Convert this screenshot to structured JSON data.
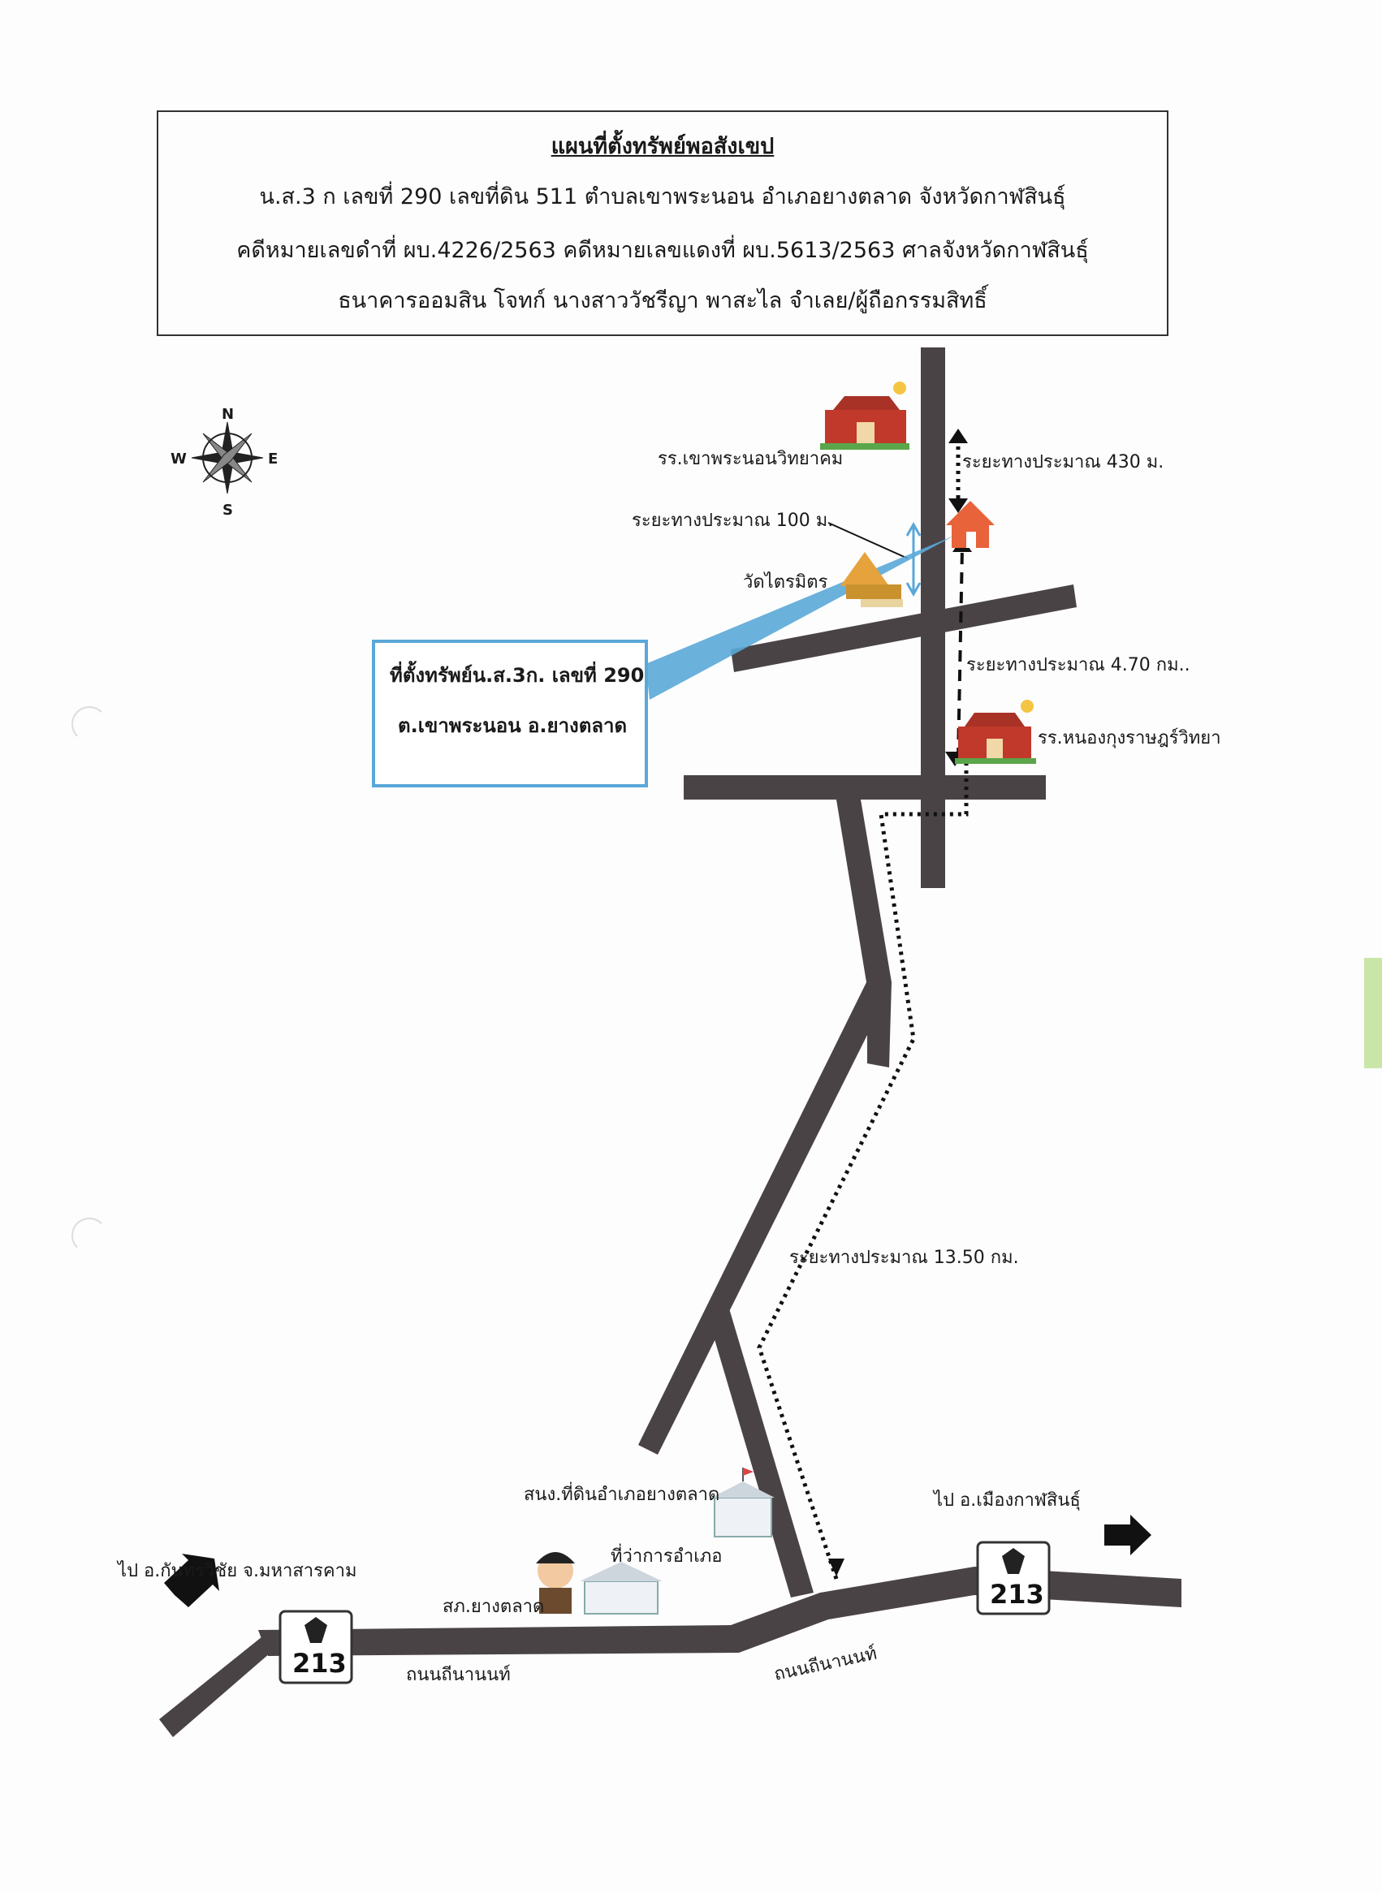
{
  "header": {
    "title": "แผนที่ตั้งทรัพย์พอสังเขป",
    "line1": "น.ส.3 ก เลขที่ 290 เลขที่ดิน 511  ตำบลเขาพระนอน  อำเภอยางตลาด  จังหวัดกาฬสินธุ์",
    "line2": "คดีหมายเลขดำที่ ผบ.4226/2563   คดีหมายเลขแดงที่ ผบ.5613/2563  ศาลจังหวัดกาฬสินธุ์",
    "line3": "ธนาคารออมสิน  โจทก์    นางสาววัชรีญา  พาสะไล  จำเลย/ผู้ถือกรรมสิทธิ์"
  },
  "compass": {
    "n": "N",
    "s": "S",
    "e": "E",
    "w": "W"
  },
  "landmarks": {
    "school_north": "รร.เขาพระนอนวิทยาคม",
    "temple": "วัดไตรมิตร",
    "school_south": "รร.หนองกุงราษฎร์วิทยา",
    "land_office": "สนง.ที่ดินอำเภอยางตลาด",
    "district_office": "ที่ว่าการอำเภอ",
    "police": "สภ.ยางตลาด"
  },
  "distances": {
    "d430": "ระยะทางประมาณ 430 ม.",
    "d100": "ระยะทางประมาณ 100 ม.",
    "d470": "ระยะทางประมาณ 4.70 กม..",
    "d1350": "ระยะทางประมาณ 13.50 กม."
  },
  "callout": {
    "line1": "ที่ตั้งทรัพย์น.ส.3ก. เลขที่ 290",
    "line2": "ต.เขาพระนอน อ.ยางตลาด"
  },
  "roads": {
    "name_left": "ถนนถีนานนท์",
    "name_right": "ถนนถีนานนท์",
    "route_number": "213",
    "to_west": "ไป อ.กันทรวิชัย จ.มหาสารคาม",
    "to_east": "ไป อ.เมืองกาฬสินธุ์"
  },
  "colors": {
    "road": "#4a4346",
    "callout": "#5aa8d8",
    "house": "#e8623a",
    "school": "#c0392b"
  }
}
